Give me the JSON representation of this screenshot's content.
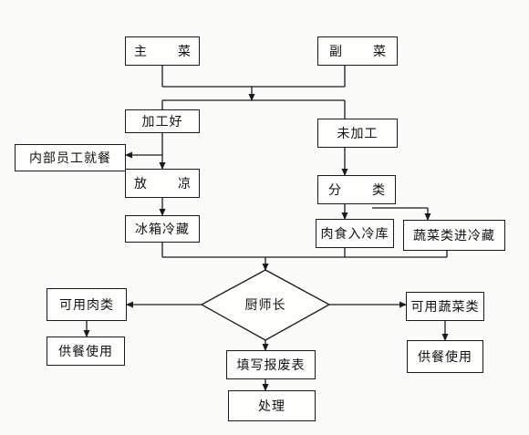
{
  "nodes": {
    "main_dish": "主　菜",
    "side_dish": "副　菜",
    "processed": "加工好",
    "unprocessed": "未加工",
    "staff_meal": "内部员工就餐",
    "cool_down": "放　凉",
    "sort": "分　类",
    "fridge_cold_storage": "冰箱冷藏",
    "meat_to_cold_room": "肉食入冷库",
    "vegetables_to_cold_storage": "蔬菜类进冷藏",
    "head_chef": "厨师长",
    "usable_meat": "可用肉类",
    "usable_vegetables": "可用蔬菜类",
    "serve_meat": "供餐使用",
    "serve_vegetables": "供餐使用",
    "fill_scrap_form": "填写报废表",
    "dispose": "处理"
  },
  "colors": {
    "line": "#1a1a1a",
    "text": "#111111",
    "background": "#fbfbf9"
  }
}
